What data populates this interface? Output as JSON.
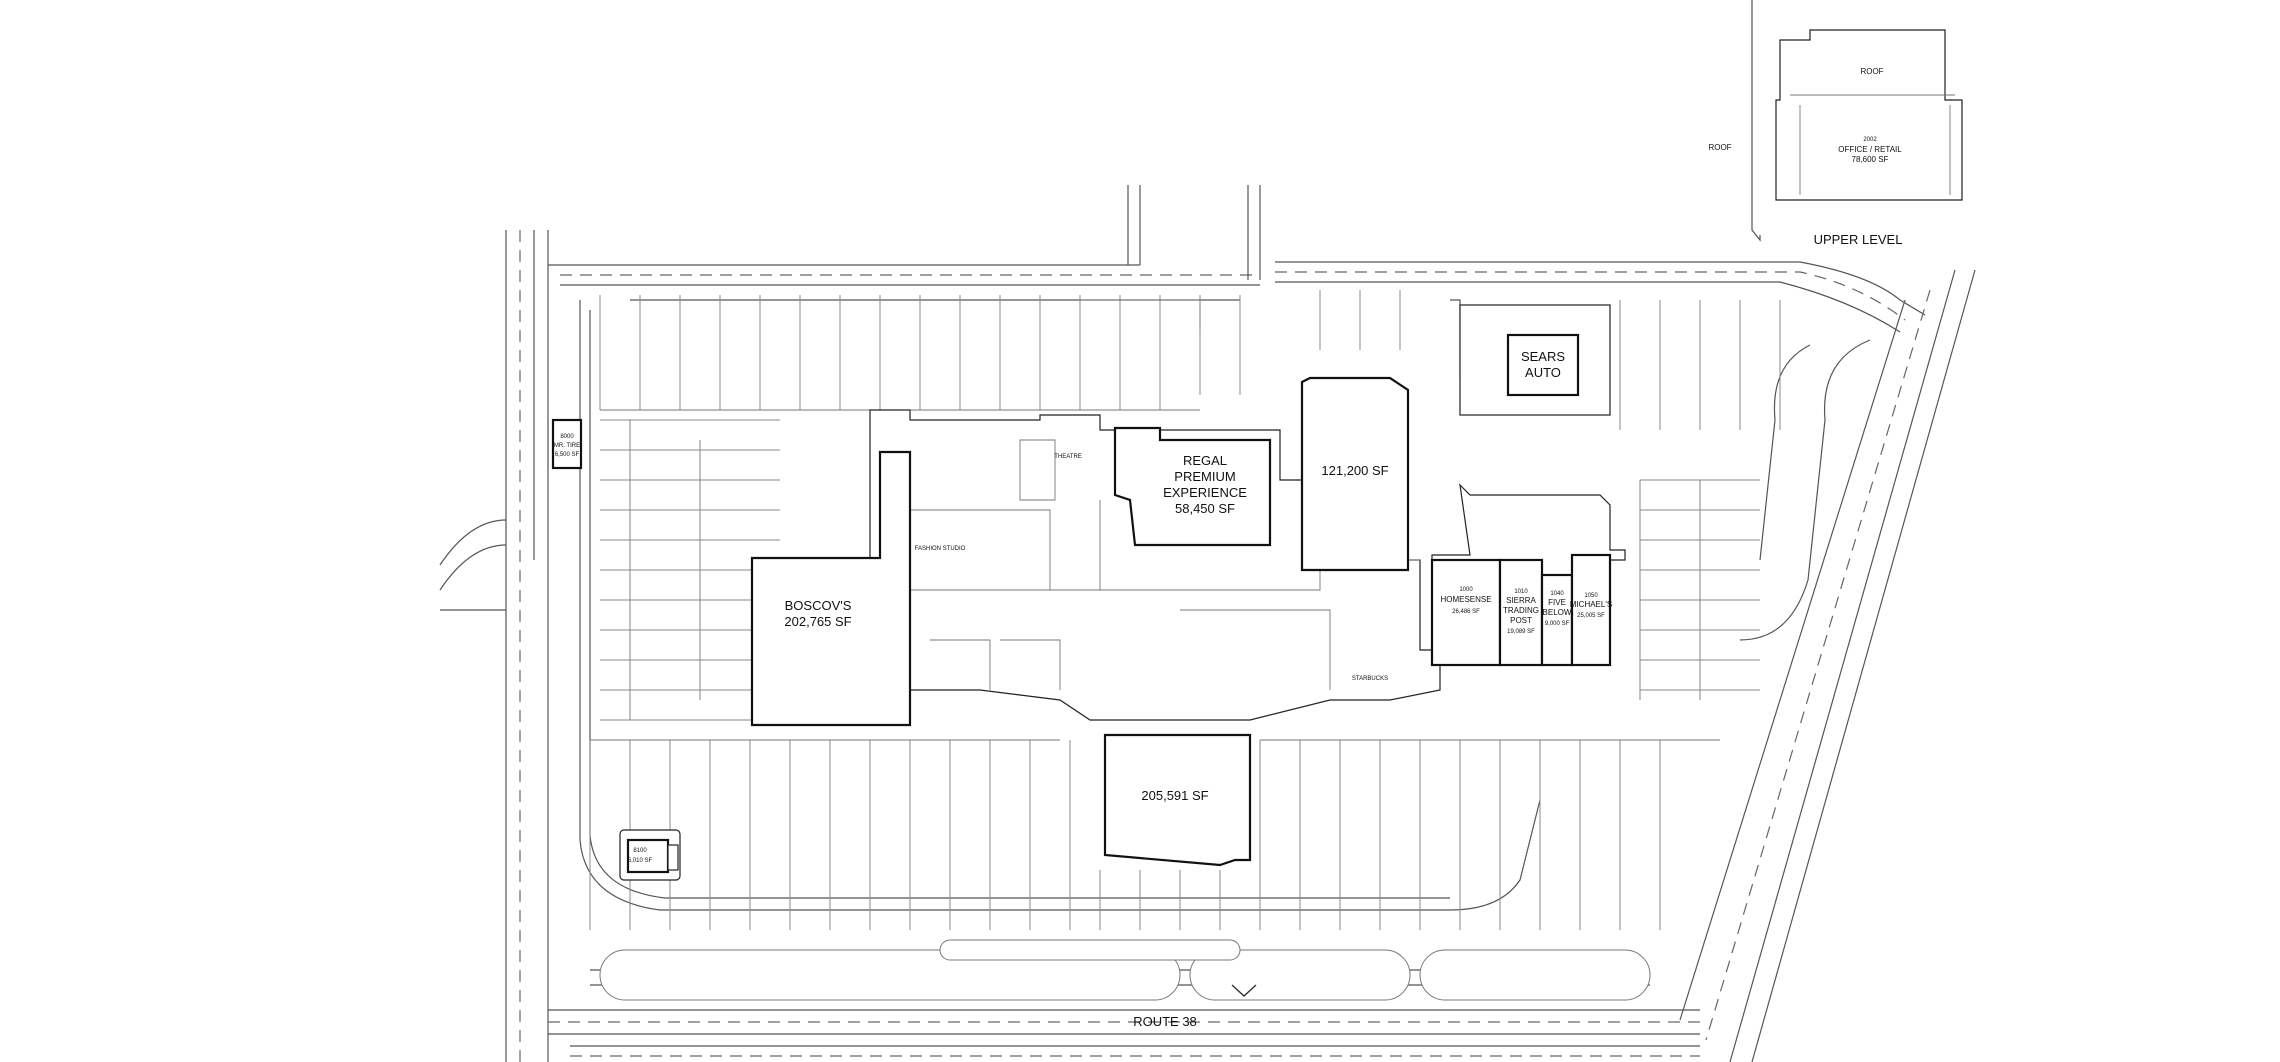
{
  "upper_level": {
    "roof_top_label": "ROOF",
    "roof_left_label": "ROOF",
    "office_number": "2002",
    "office_name": "OFFICE / RETAIL",
    "office_sf": "78,600 SF",
    "section_title": "UPPER LEVEL"
  },
  "anchors": {
    "sears_line1": "SEARS",
    "sears_line2": "AUTO",
    "regal_line1": "REGAL",
    "regal_line2": "PREMIUM",
    "regal_line3": "EXPERIENCE",
    "regal_sf": "58,450 SF",
    "north_anchor_sf": "121,200 SF",
    "boscovs_name": "BOSCOV'S",
    "boscovs_sf": "202,765 SF",
    "south_anchor_sf": "205,591 SF"
  },
  "east_wing": {
    "homesense_num": "1000",
    "homesense_name": "HOMESENSE",
    "homesense_sf": "26,486 SF",
    "sierra_num": "1010",
    "sierra_line1": "SIERRA",
    "sierra_line2": "TRADING",
    "sierra_line3": "POST",
    "sierra_sf": "19,089 SF",
    "fivebelow_num": "1040",
    "fivebelow_line1": "FIVE",
    "fivebelow_line2": "BELOW",
    "fivebelow_sf": "9,000 SF",
    "michaels_num": "1050",
    "michaels_name": "MICHAEL'S",
    "michaels_sf": "25,005 SF"
  },
  "pads": {
    "mrtire_num": "8000",
    "mrtire_name": "MR. TIRE",
    "mrtire_sf": "6,500 SF",
    "pad_sw_num": "8100",
    "pad_sw_sf": "5,010 SF"
  },
  "roads": {
    "route_label": "ROUTE 38"
  }
}
